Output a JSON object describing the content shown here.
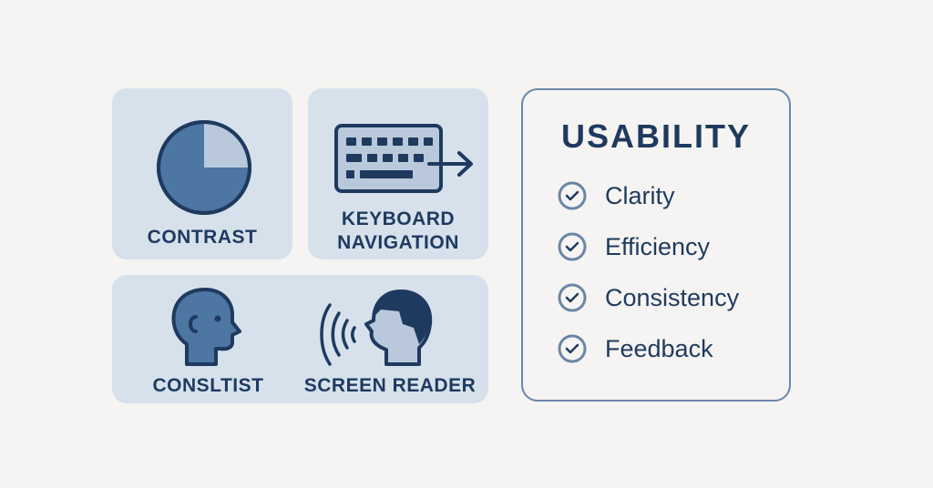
{
  "tiles": {
    "contrast": {
      "label": "CONTRAST",
      "icon": "pie-contrast-icon"
    },
    "keyboard": {
      "label_line1": "KEYBOARD",
      "label_line2": "NAVIGATION",
      "icon": "keyboard-arrow-icon"
    },
    "bottom": {
      "left": {
        "label": "CONSLTIST",
        "icon": "head-profile-icon"
      },
      "right": {
        "label": "SCREEN READER",
        "icon": "speaking-head-icon"
      }
    }
  },
  "usability": {
    "title": "USABILITY",
    "items": [
      {
        "label": "Clarity",
        "icon": "check-circle-icon"
      },
      {
        "label": "Efficiency",
        "icon": "check-circle-icon"
      },
      {
        "label": "Consistency",
        "icon": "check-circle-icon"
      },
      {
        "label": "Feedback",
        "icon": "check-circle-icon"
      }
    ]
  },
  "colors": {
    "dark": "#1f3a5f",
    "mid": "#4d76a3",
    "light": "#d6e1ec",
    "bg": "#f5f4f2",
    "border": "#6a86a8"
  }
}
